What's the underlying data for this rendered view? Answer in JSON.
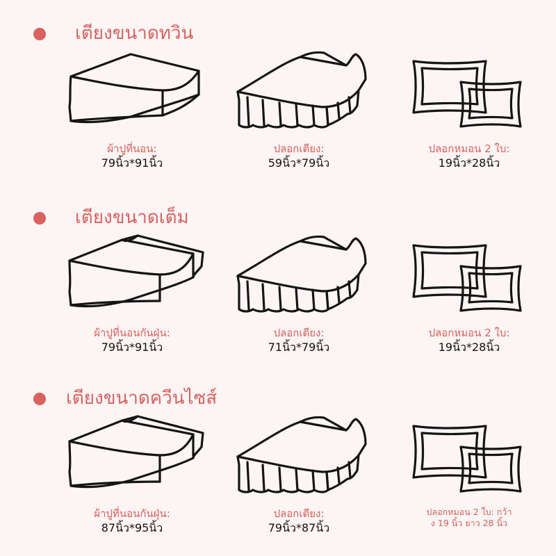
{
  "sections": [
    {
      "title": "เตียงขนาดทวิน",
      "items": [
        {
          "caption": "ผ้าปูที่นอน:",
          "value": "79นิ้ว*91นิ้ว",
          "icon": "fitted-sheet-icon"
        },
        {
          "caption": "ปลอกเตียง:",
          "value": "59นิ้ว*79นิ้ว",
          "icon": "bed-skirt-icon"
        },
        {
          "caption": "ปลอกหมอน 2 ใบ:",
          "value": "19นิ้ว*28นิ้ว",
          "icon": "pillowcases-icon"
        }
      ]
    },
    {
      "title": "เตียงขนาดเต็ม",
      "items": [
        {
          "caption": "ผ้าปูที่นอนกันฝุ่น:",
          "value": "79นิ้ว*91นิ้ว",
          "icon": "fitted-sheet-icon"
        },
        {
          "caption": "ปลอกเตียง:",
          "value": "71นิ้ว*79นิ้ว",
          "icon": "bed-skirt-icon"
        },
        {
          "caption": "ปลอกหมอน 2 ใบ:",
          "value": "19นิ้ว*28นิ้ว",
          "icon": "pillowcases-icon"
        }
      ]
    },
    {
      "title": "เตียงขนาดควีนไซส์",
      "items": [
        {
          "caption": "ผ้าปูที่นอนกันฝุ่น:",
          "value": "87นิ้ว*95นิ้ว",
          "icon": "fitted-sheet-icon"
        },
        {
          "caption": "ปลอกเตียง:",
          "value": "79นิ้ว*87นิ้ว",
          "icon": "bed-skirt-icon"
        },
        {
          "caption": "ปลอกหมอน 2 ใบ: กว้า",
          "value": "ง 19 นิ้ว ยาว 28 นิ้ว",
          "icon": "pillowcases-icon"
        }
      ]
    }
  ],
  "colors": {
    "accent": "#d9615f",
    "background": "#fcf5f3",
    "ink": "#151515"
  }
}
